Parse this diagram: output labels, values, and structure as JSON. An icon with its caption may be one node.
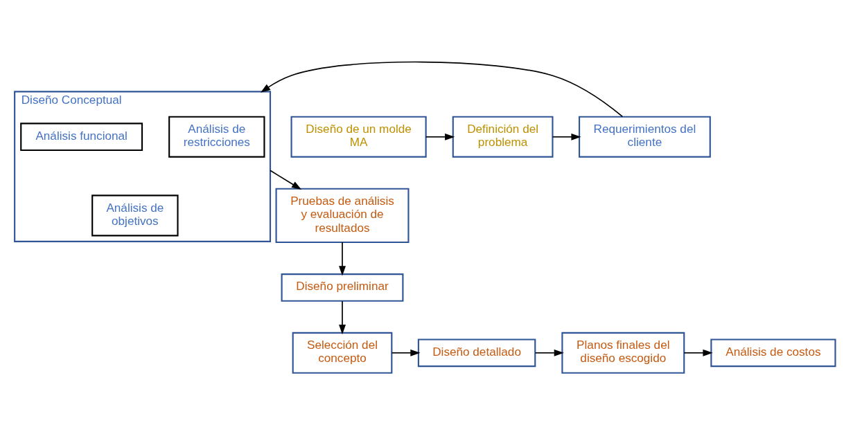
{
  "diagram": {
    "nodes": [
      {
        "text": [
          "Diseño Conceptual"
        ]
      },
      {
        "text": [
          "Análisis de objetivos"
        ],
        "in": 0
      },
      {
        "text": [
          "Análisis de restricciones"
        ],
        "in": 0
      },
      {
        "text": [
          "Análisis funcional"
        ],
        "in": 0
      },
      {
        "text": [
          "Pruebas de análisis y evaluación de resultados"
        ]
      },
      {
        "text": [
          "Diseño preliminar"
        ]
      },
      {
        "text": [
          "Selección del concepto"
        ]
      },
      {
        "text": [
          "Diseño detallado"
        ]
      },
      {
        "text": [
          "Planos finales del diseño escogido"
        ]
      },
      {
        "text": [
          "Análisis de costos"
        ]
      },
      {
        "text": [
          "Diseño de un molde MA"
        ]
      },
      {
        "text": [
          "Definición del problema"
        ]
      },
      {
        "text": [
          "Requerimientos del cliente"
        ]
      }
    ],
    "edges": [
      {
        "from": 0,
        "to": 4,
        "arrow": "to"
      },
      {
        "from": 4,
        "to": 5,
        "arrow": "to"
      },
      {
        "from": 5,
        "to": 6,
        "arrow": "to"
      },
      {
        "from": 6,
        "to": 7,
        "arrow": "to"
      },
      {
        "from": 7,
        "to": 8,
        "arrow": "to"
      },
      {
        "from": 8,
        "to": 9,
        "arrow": "to"
      },
      {
        "from": 10,
        "to": 11,
        "arrow": "to"
      },
      {
        "from": 11,
        "to": 12,
        "arrow": "to"
      },
      {
        "from": 12,
        "to": 0,
        "arrow": "to"
      }
    ]
  }
}
